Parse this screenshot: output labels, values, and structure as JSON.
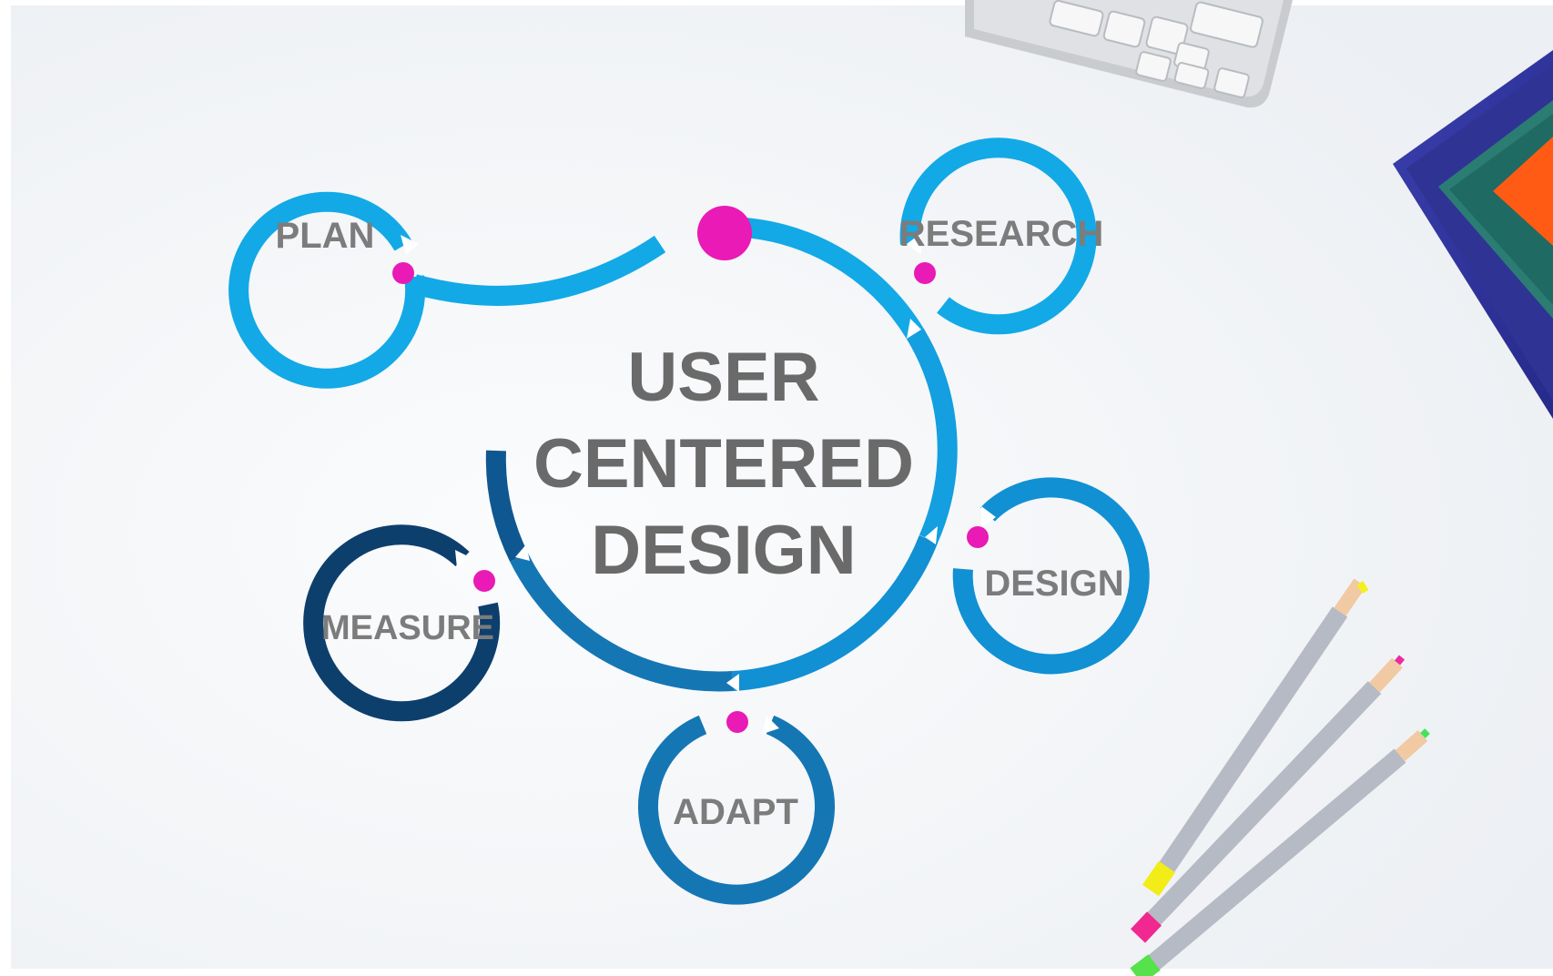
{
  "diagram": {
    "title_lines": [
      "USER",
      "CENTERED",
      "DESIGN"
    ],
    "nodes": [
      {
        "id": "plan",
        "label": "PLAN"
      },
      {
        "id": "research",
        "label": "RESEARCH"
      },
      {
        "id": "design",
        "label": "DESIGN"
      },
      {
        "id": "adapt",
        "label": "ADAPT"
      },
      {
        "id": "measure",
        "label": "MEASURE"
      }
    ]
  },
  "colors": {
    "ring_light": "#12a9e6",
    "ring_mid": "#1190d3",
    "ring_deep": "#1576b4",
    "ring_dark": "#0d3f6d",
    "dot": "#e91ab5",
    "text": "#6a6a6a",
    "background": "#f4f6f8"
  }
}
